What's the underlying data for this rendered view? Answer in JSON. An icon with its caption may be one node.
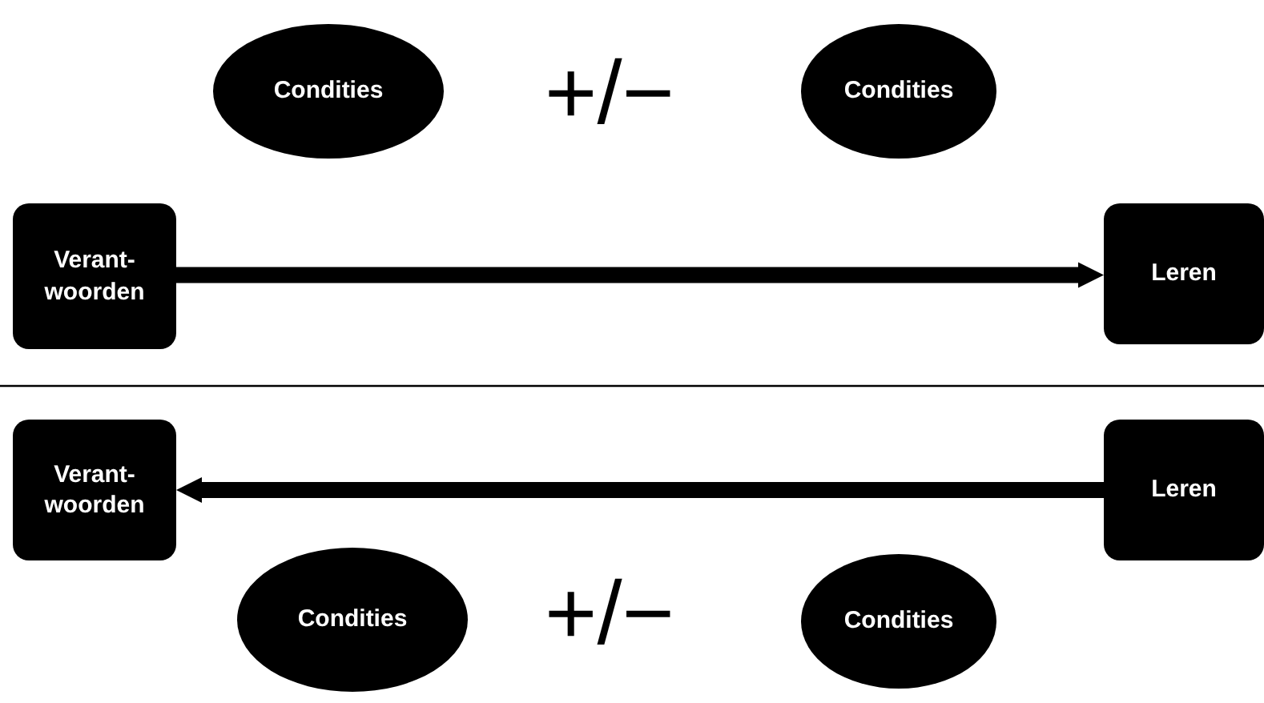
{
  "diagram": {
    "nodes": [
      {
        "text": [
          "Condities"
        ]
      },
      {
        "text": [
          "Condities"
        ]
      },
      {
        "text": [
          "Verant- woorden"
        ]
      },
      {
        "text": [
          "Leren"
        ]
      },
      {
        "text": [
          "Verant- woorden"
        ]
      },
      {
        "text": [
          "Leren"
        ]
      },
      {
        "text": [
          "Condities"
        ]
      },
      {
        "text": [
          "Condities"
        ]
      }
    ],
    "edges": [
      {
        "from": 2,
        "to": 3,
        "arrow": "to"
      },
      {
        "from": 5,
        "to": 4,
        "arrow": "to"
      }
    ],
    "labels": [
      "+/−",
      "+/−"
    ]
  }
}
